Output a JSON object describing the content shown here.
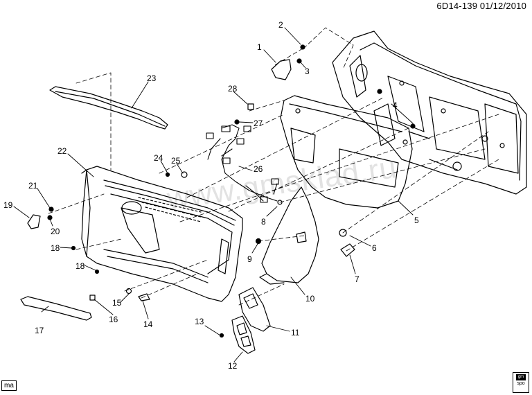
{
  "header": {
    "ref": "6D14-139  01/12/2010"
  },
  "watermark": "www.gmsklad.ru",
  "footer": {
    "tag": "ma",
    "logo_top": "gm",
    "logo_bottom": "spo"
  },
  "callouts": [
    {
      "id": "c1",
      "label": "1"
    },
    {
      "id": "c2",
      "label": "2"
    },
    {
      "id": "c3",
      "label": "3"
    },
    {
      "id": "c4",
      "label": "4"
    },
    {
      "id": "c5",
      "label": "5"
    },
    {
      "id": "c6",
      "label": "6"
    },
    {
      "id": "c7",
      "label": "7"
    },
    {
      "id": "c8",
      "label": "8"
    },
    {
      "id": "c9",
      "label": "9"
    },
    {
      "id": "c10",
      "label": "10"
    },
    {
      "id": "c11",
      "label": "11"
    },
    {
      "id": "c12",
      "label": "12"
    },
    {
      "id": "c13",
      "label": "13"
    },
    {
      "id": "c14",
      "label": "14"
    },
    {
      "id": "c15",
      "label": "15"
    },
    {
      "id": "c16",
      "label": "16"
    },
    {
      "id": "c17",
      "label": "17"
    },
    {
      "id": "c18a",
      "label": "18"
    },
    {
      "id": "c18b",
      "label": "18"
    },
    {
      "id": "c19",
      "label": "19"
    },
    {
      "id": "c20",
      "label": "20"
    },
    {
      "id": "c21",
      "label": "21"
    },
    {
      "id": "c22",
      "label": "22"
    },
    {
      "id": "c23",
      "label": "23"
    },
    {
      "id": "c24",
      "label": "24"
    },
    {
      "id": "c25",
      "label": "25"
    },
    {
      "id": "c26",
      "label": "26"
    },
    {
      "id": "c27",
      "label": "27"
    },
    {
      "id": "c28",
      "label": "28"
    }
  ]
}
